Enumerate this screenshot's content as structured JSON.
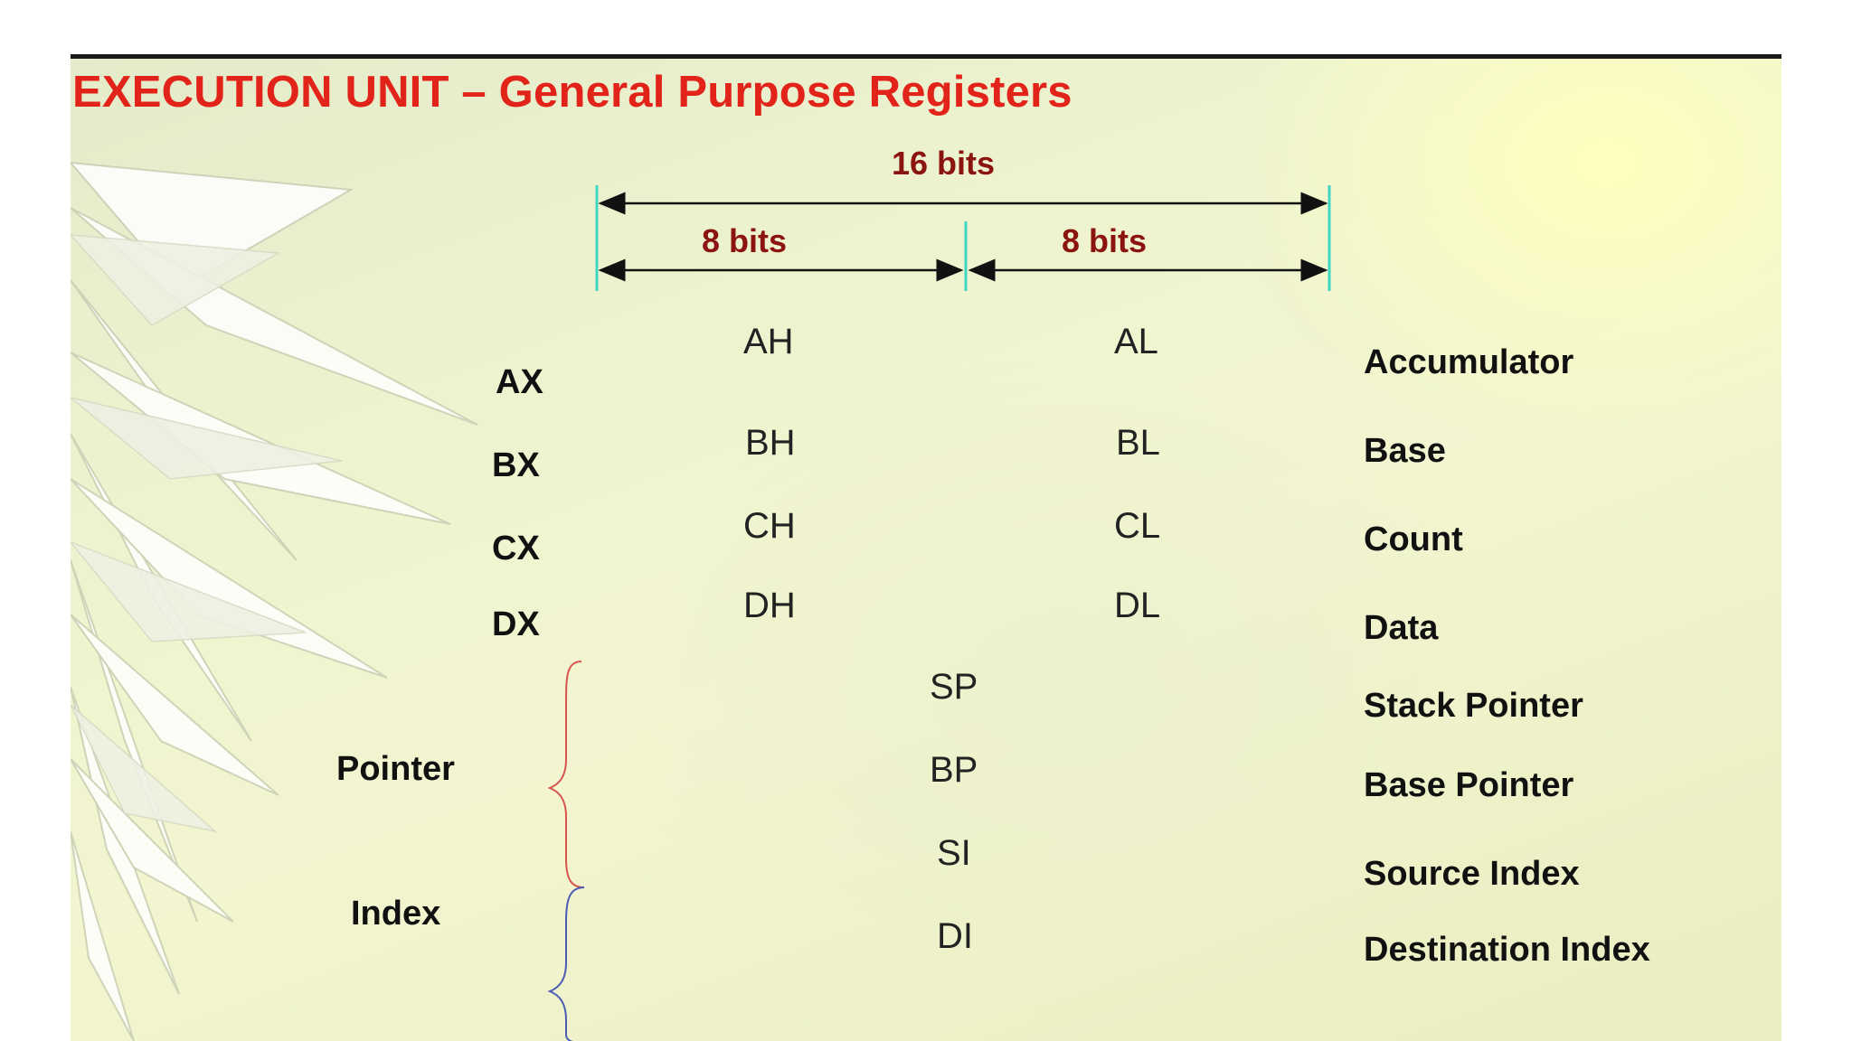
{
  "title": "EXECUTION UNIT – General Purpose Registers",
  "dimensions": {
    "full": "16 bits",
    "high_half": "8 bits",
    "low_half": "8 bits"
  },
  "general_registers": [
    {
      "name": "AX",
      "high": "AH",
      "low": "AL",
      "role": "Accumulator"
    },
    {
      "name": "BX",
      "high": "BH",
      "low": "BL",
      "role": "Base"
    },
    {
      "name": "CX",
      "high": "CH",
      "low": "CL",
      "role": "Count"
    },
    {
      "name": "DX",
      "high": "DH",
      "low": "DL",
      "role": "Data"
    }
  ],
  "groups": [
    {
      "label": "Pointer",
      "registers": [
        {
          "name": "SP",
          "role": "Stack Pointer"
        },
        {
          "name": "BP",
          "role": "Base Pointer"
        }
      ]
    },
    {
      "label": "Index",
      "registers": [
        {
          "name": "SI",
          "role": "Source Index"
        },
        {
          "name": "DI",
          "role": "Destination Index"
        }
      ]
    }
  ],
  "colors": {
    "title": "#e2231a",
    "dimension_text": "#8b1410",
    "tick_marks": "#3fd6c4",
    "pointer_brace": "#d9534f",
    "index_brace": "#4a5bb5"
  }
}
